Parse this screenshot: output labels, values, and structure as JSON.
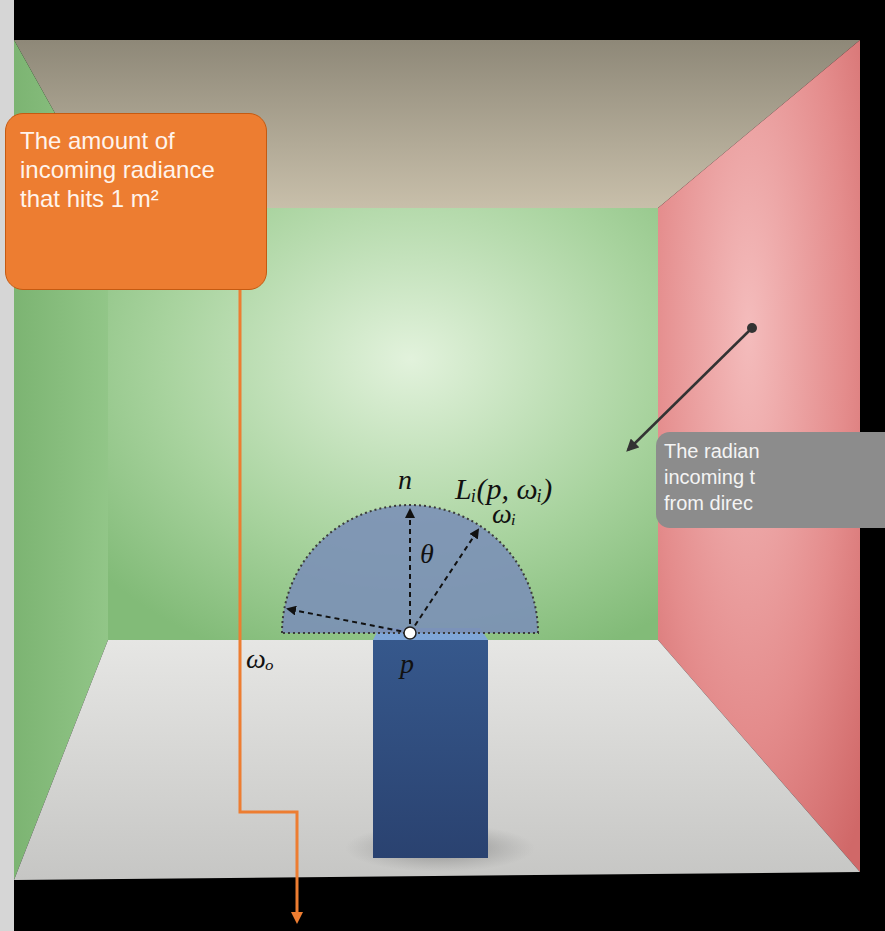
{
  "diagram": {
    "nodes": [
      {
        "text": [
          "The amount of incoming radiance that hits 1 m²"
        ]
      },
      {
        "text": [
          "The radian incoming t from direc"
        ]
      }
    ],
    "labels": [
      "Lᵢ(p, ωᵢ)",
      "n⃗",
      "θ",
      "ωᵢ",
      "ωₒ",
      "p"
    ]
  }
}
